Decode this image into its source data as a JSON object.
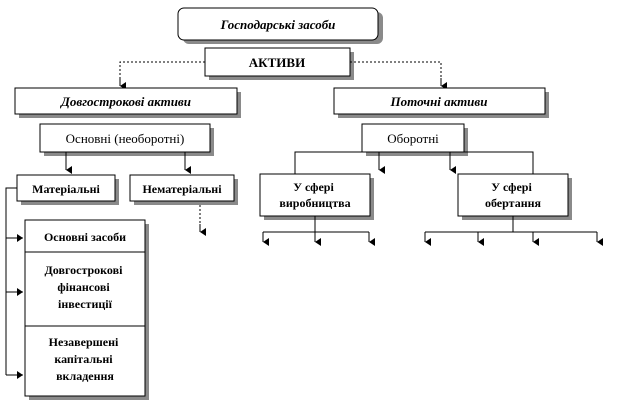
{
  "nodes": {
    "root": "Господарські засоби",
    "assets": "АКТИВИ",
    "long_term": "Довгострокові активи",
    "current": "Поточні активи",
    "fixed": "Основні (необоротні)",
    "circulating": "Оборотні",
    "tangible": "Матеріальні",
    "intangible": "Нематеріальні",
    "production": [
      "У сфері",
      "виробництва"
    ],
    "circulation": [
      "У сфері",
      "обертання"
    ],
    "fixed_assets": "Основні засоби",
    "investments": [
      "Довгострокові",
      "фінансові",
      "інвестиції"
    ],
    "construction": [
      "Незавершені",
      "капітальні",
      "вкладення"
    ]
  }
}
